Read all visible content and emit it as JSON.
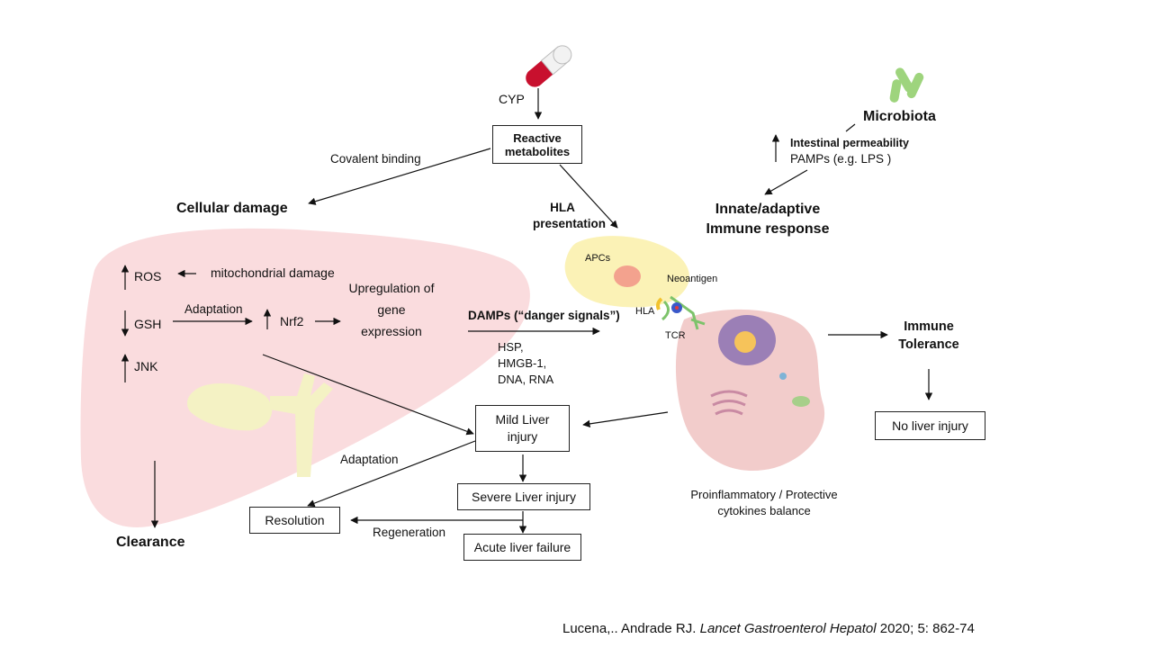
{
  "drug": {
    "enzyme": "CYP"
  },
  "nodes": {
    "reactive_metabolites": "Reactive metabolites",
    "cellular_damage": "Cellular damage",
    "covalent_binding": "Covalent binding",
    "hla_presentation": "HLA presentation",
    "microbiota": "Microbiota",
    "intestinal_permeability": "Intestinal permeability",
    "pamps": "PAMPs (e.g. LPS )",
    "immune_response": "Innate/adaptive Immune response",
    "ros": "ROS",
    "mitochondrial_damage": "mitochondrial damage",
    "gsh": "GSH",
    "adaptation_top": "Adaptation",
    "nrf2": "Nrf2",
    "upregulation": "Upregulation of gene expression",
    "jnk": "JNK",
    "damps": "DAMPs (“danger signals”)",
    "damps_examples": "HSP, HMGB-1, DNA, RNA",
    "apcs": "APCs",
    "neoantigen": "Neoantigen",
    "hla": "HLA",
    "tcr": "TCR",
    "immune_tolerance": "Immune Tolerance",
    "no_liver_injury": "No liver injury",
    "mild_liver_injury": "Mild Liver injury",
    "adaptation_bottom": "Adaptation",
    "severe_liver_injury": "Severe Liver injury",
    "resolution": "Resolution",
    "regeneration": "Regeneration",
    "acute_liver_failure": "Acute liver failure",
    "clearance": "Clearance",
    "cytokines": "Proinflammatory / Protective cytokines balance"
  },
  "citation": {
    "authors": "Lucena,.. Andrade RJ.",
    "journal": "Lancet Gastroenterol Hepatol",
    "details": "2020; 5: 862-74"
  },
  "colors": {
    "liver": "#f8d0d3",
    "gallbladder": "#f4f2c4",
    "apc": "#fbf2b6",
    "apc_nucleus": "#f3a28e",
    "hepatocyte": "#f1c6c5",
    "hepatocyte_nucleus": "#9b7fb6",
    "microbiota": "#9ed47d",
    "pill_red": "#c8102e"
  }
}
